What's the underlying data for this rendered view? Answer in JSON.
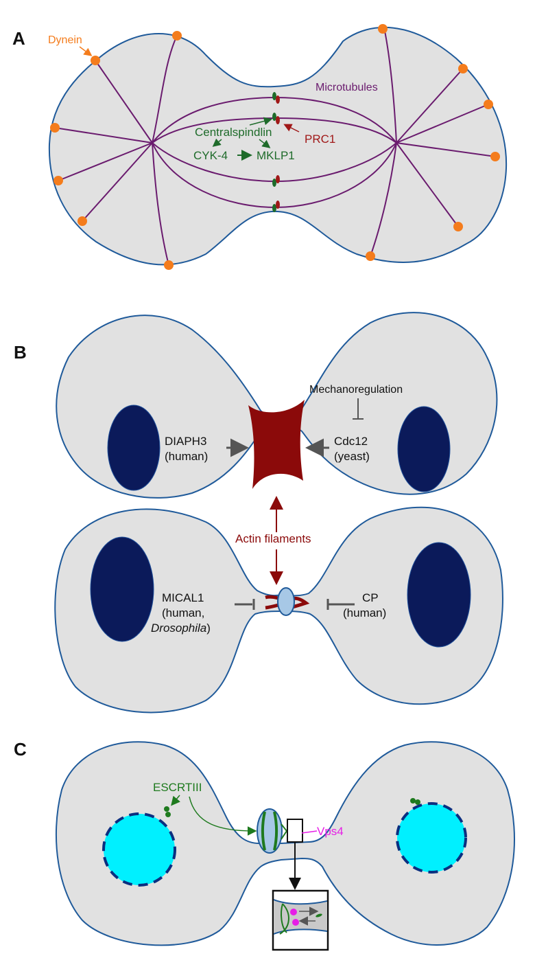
{
  "figure": {
    "panels": [
      {
        "id": "A",
        "letter": "A",
        "labels": {
          "dynein": "Dynein",
          "microtubules": "Microtubules",
          "centralspindlin": "Centralspindlin",
          "cyk4": "CYK-4",
          "mklp1": "MKLP1",
          "prc1": "PRC1"
        }
      },
      {
        "id": "B",
        "letter": "B",
        "labels": {
          "diaph3": "DIAPH3",
          "diaph3_species": "(human)",
          "mechanoregulation": "Mechanoregulation",
          "cdc12": "Cdc12",
          "cdc12_species": "(yeast)",
          "actin_filaments": "Actin filaments",
          "mical1": "MICAL1",
          "mical1_species_1": "(human,",
          "mical1_species_2_italic": "Drosophila",
          "mical1_species_2_close": ")",
          "cp": "CP",
          "cp_species": "(human)"
        }
      },
      {
        "id": "C",
        "letter": "C",
        "labels": {
          "escrtiii": "ESCRTIII",
          "vps4": "Vps4"
        }
      }
    ],
    "colors": {
      "cell_fill": "#e1e1e1",
      "membrane": "#1f5a9a",
      "microtubule": "#6a1b6e",
      "dynein": "#f47c1c",
      "centralspindlin": "#1e6b2a",
      "prc1": "#a01818",
      "actin": "#8b0a0a",
      "nucleus": "#0b1a5a",
      "nucleus_c": "#00f0ff",
      "escrt": "#1e7a1e",
      "vps4": "#e61ee6",
      "midbody": "#a7c8e6",
      "arrow_gray": "#555555"
    }
  }
}
